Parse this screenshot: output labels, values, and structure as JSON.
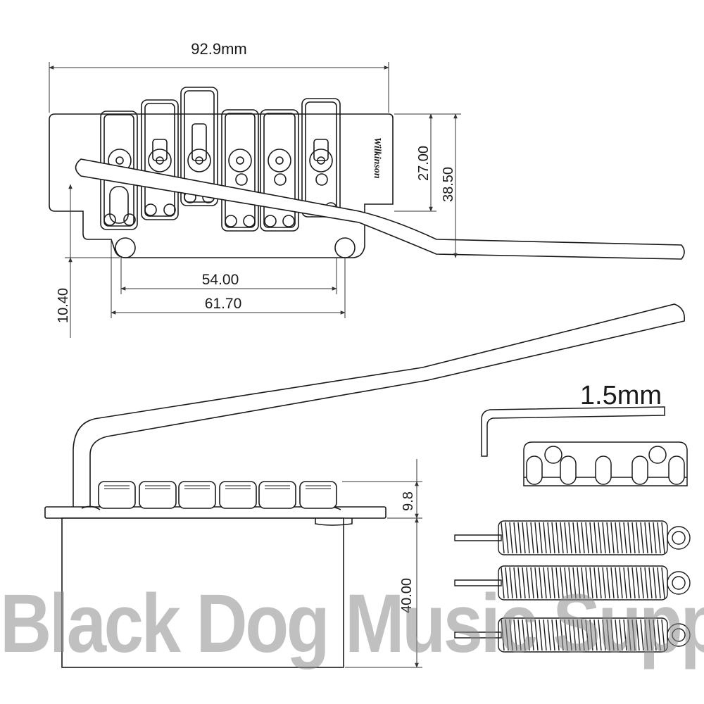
{
  "dimensions": {
    "overall_width": "92.9mm",
    "height_27": "27.00",
    "height_38": "38.50",
    "offset_10": "10.40",
    "span_54": "54.00",
    "span_61": "61.70",
    "height_9": "9.8",
    "height_40": "40.00",
    "wrench": "1.5mm"
  },
  "logo": {
    "text": "Wilkinson"
  },
  "watermark": {
    "text": "Black Dog Music Supplies",
    "color": "#8c8c8c"
  },
  "colors": {
    "line": "#1a1a1a",
    "dimension": "#333333"
  }
}
